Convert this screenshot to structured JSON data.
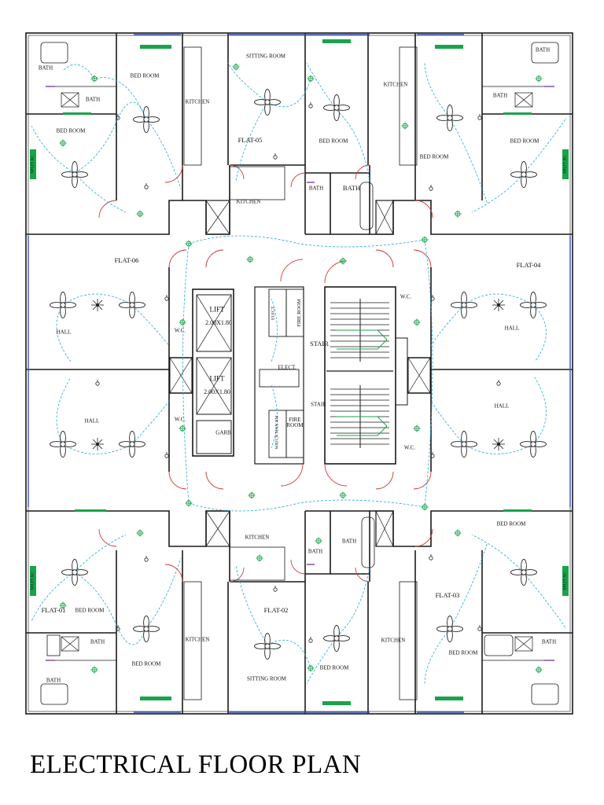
{
  "title": "ELECTRICAL FLOOR PLAN",
  "colors": {
    "wall": "#1a1a1a",
    "wiring": "#1fa9d6",
    "fixture": "#19a34a",
    "door": "#d23b3b",
    "window": "#3a55b4",
    "accent_purple": "#7a3fa8"
  },
  "flats": {
    "flat_01": "FLAT-01",
    "flat_02": "FLAT-02",
    "flat_03": "FLAT-03",
    "flat_04": "FLAT-04",
    "flat_05": "FLAT-05",
    "flat_06": "FLAT-06"
  },
  "rooms": {
    "bath": "BATH",
    "bed_room": "BED ROOM",
    "kitchen": "KITCHEN",
    "sitting_room": "SITTING ROOM",
    "hall": "HALL",
    "wc": "W.C.",
    "stair": "STAIR",
    "lift": "LIFT",
    "lift_size": "2.00X1.80",
    "garb": "GARB",
    "elect": "ELECT.",
    "fire_room": "FIRE ROOM",
    "watchman_room": "WATCH MAN RM",
    "split_ac": "SPLIT AC"
  },
  "icons": {
    "fan": "ceiling-fan-icon",
    "chandelier": "chandelier-icon",
    "light": "light-point-icon",
    "switch": "switch-icon"
  }
}
